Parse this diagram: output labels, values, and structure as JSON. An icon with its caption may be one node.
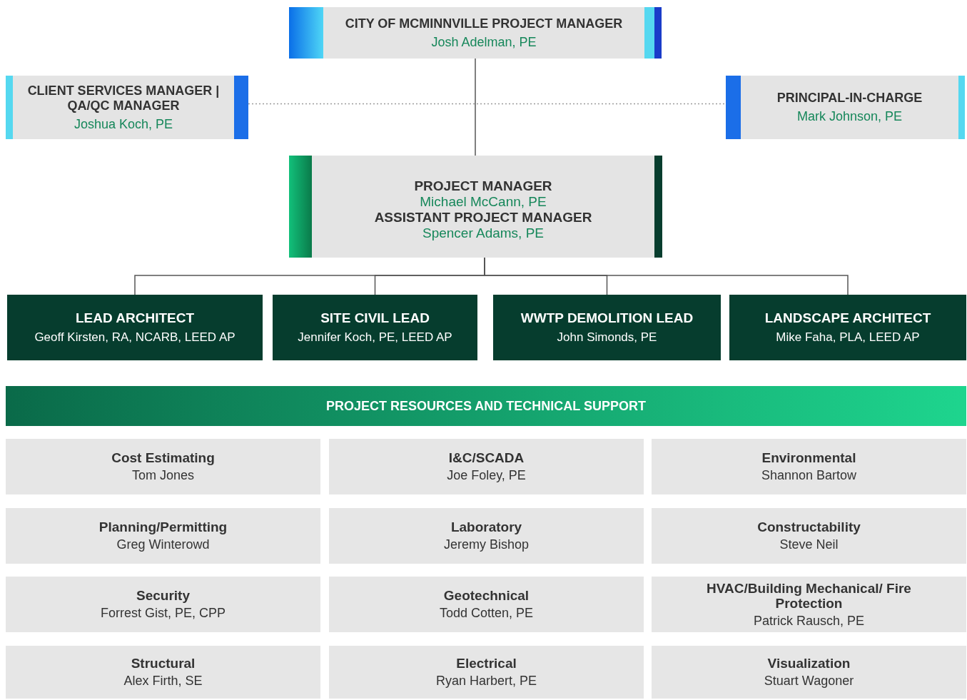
{
  "diagram": {
    "nodes": [
      {
        "text": [
          "CITY OF MCMINNVILLE PROJECT MANAGER",
          "Josh Adelman, PE"
        ]
      },
      {
        "text": [
          "CLIENT SERVICES MANAGER | QA/QC MANAGER",
          "Joshua Koch, PE"
        ]
      },
      {
        "text": [
          "PRINCIPAL-IN-CHARGE",
          "Mark Johnson, PE"
        ]
      },
      {
        "text": [
          "PROJECT MANAGER",
          "Michael McCann, PE",
          "ASSISTANT PROJECT MANAGER",
          "Spencer Adams, PE"
        ]
      },
      {
        "text": [
          "LEAD ARCHITECT",
          "Geoff Kirsten, RA, NCARB, LEED AP"
        ]
      },
      {
        "text": [
          "SITE CIVIL LEAD",
          "Jennifer Koch, PE, LEED AP"
        ]
      },
      {
        "text": [
          "WWTP DEMOLITION LEAD",
          "John Simonds, PE"
        ]
      },
      {
        "text": [
          "LANDSCAPE ARCHITECT",
          "Mike Faha, PLA, LEED AP"
        ]
      },
      {
        "text": [
          "PROJECT RESOURCES AND TECHNICAL SUPPORT"
        ]
      },
      {
        "text": [
          "Cost Estimating",
          "Tom Jones"
        ]
      },
      {
        "text": [
          "I&C/SCADA",
          "Joe Foley, PE"
        ]
      },
      {
        "text": [
          "Environmental",
          "Shannon Bartow"
        ]
      },
      {
        "text": [
          "Planning/Permitting",
          "Greg Winterowd"
        ]
      },
      {
        "text": [
          "Laboratory",
          "Jeremy Bishop"
        ]
      },
      {
        "text": [
          "Constructability",
          "Steve Neil"
        ]
      },
      {
        "text": [
          "Security",
          "Forrest Gist, PE, CPP"
        ]
      },
      {
        "text": [
          "Geotechnical",
          "Todd Cotten, PE"
        ]
      },
      {
        "text": [
          "HVAC/Building Mechanical/ Fire Protection",
          "Patrick Rausch, PE"
        ]
      },
      {
        "text": [
          "Structural",
          "Alex Firth, SE"
        ]
      },
      {
        "text": [
          "Electrical",
          "Ryan Harbert, PE"
        ]
      },
      {
        "text": [
          "Visualization",
          "Stuart Wagoner"
        ]
      }
    ],
    "edges": [
      {
        "from": 0,
        "to": 3,
        "arrow": "none"
      },
      {
        "from": 1,
        "to": 2,
        "arrow": "none",
        "style": "dashed",
        "color": "#9a9a9a"
      },
      {
        "from": 3,
        "to": 4,
        "arrow": "none"
      },
      {
        "from": 3,
        "to": 5,
        "arrow": "none"
      },
      {
        "from": 3,
        "to": 6,
        "arrow": "none"
      },
      {
        "from": 3,
        "to": 7,
        "arrow": "none"
      }
    ]
  }
}
